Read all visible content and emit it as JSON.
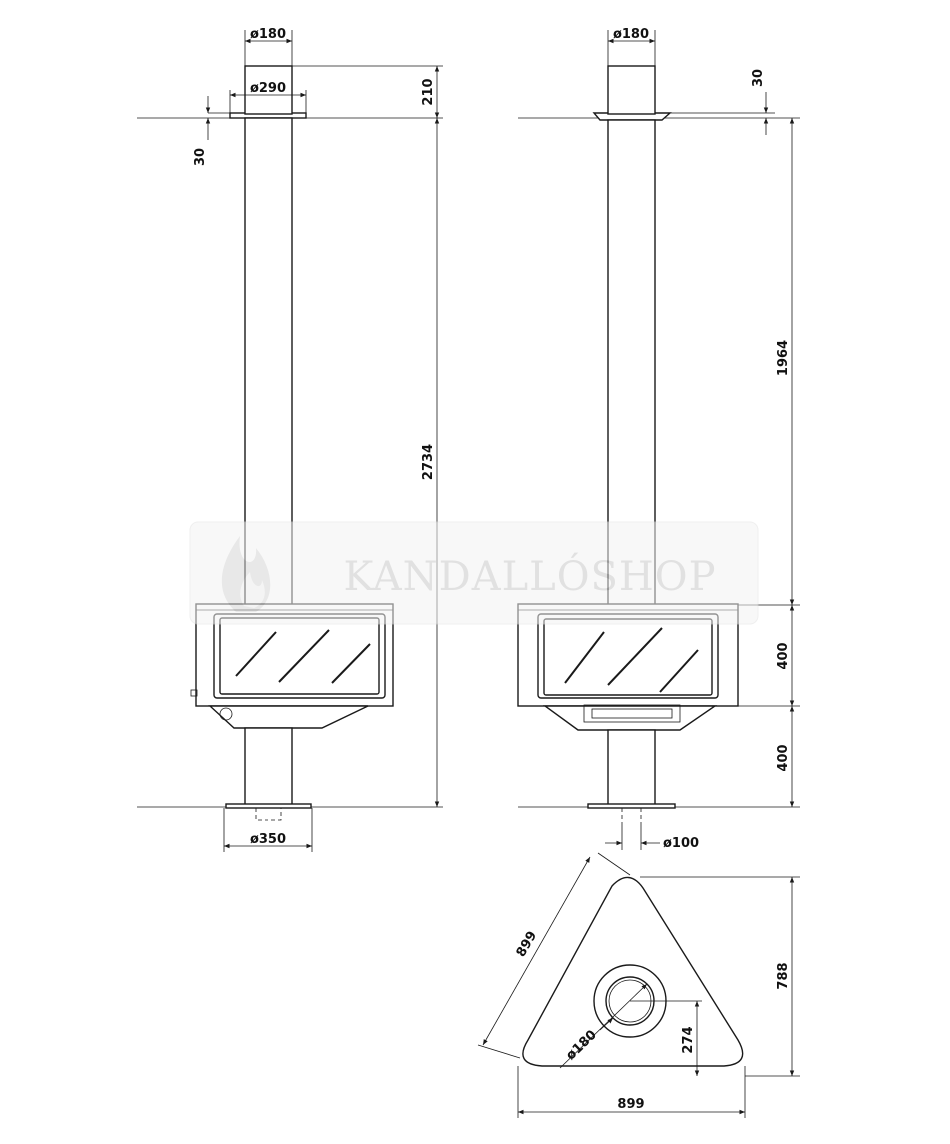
{
  "watermark": {
    "text": "KANDALLÓSHOP"
  },
  "front_view": {
    "flue_diameter": "ø180",
    "collar_diameter": "ø290",
    "collar_height": "210",
    "collar_offset": "30",
    "total_height": "2734",
    "base_diameter": "ø350"
  },
  "side_view": {
    "flue_diameter": "ø180",
    "collar_offset": "30",
    "flue_length": "1964",
    "firebox_height": "400",
    "pedestal_height": "400",
    "outlet_diameter": "ø100"
  },
  "plan_view": {
    "side_length": "899",
    "depth": "788",
    "flue_diameter": "ø180",
    "flue_center_offset": "274",
    "base_width": "899"
  }
}
